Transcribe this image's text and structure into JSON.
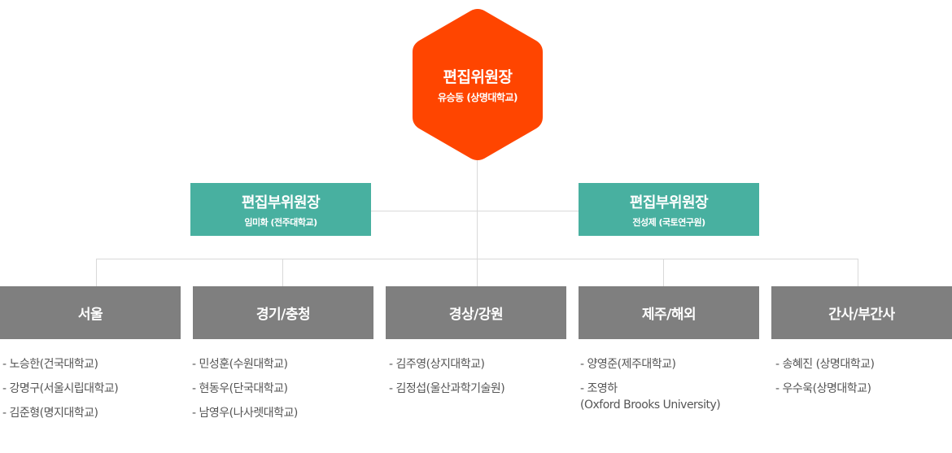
{
  "chief": {
    "title": "편집위원장",
    "name": "유승동 (상명대학교)",
    "color": "#ff4500"
  },
  "vice": [
    {
      "title": "편집부위원장",
      "name": "임미화 (전주대학교)"
    },
    {
      "title": "편집부위원장",
      "name": "전성제 (국토연구원)"
    }
  ],
  "vice_color": "#48b0a0",
  "region_color": "#7f7f7f",
  "groups": [
    {
      "title": "서울",
      "members": [
        "- 노승한(건국대학교)",
        "- 강명구(서울시립대학교)",
        "- 김준형(명지대학교)"
      ]
    },
    {
      "title": "경기/충청",
      "members": [
        "- 민성훈(수원대학교)",
        "- 현동우(단국대학교)",
        "- 남영우(나사렛대학교)"
      ]
    },
    {
      "title": "경상/강원",
      "members": [
        "- 김주영(상지대학교)",
        "- 김정섭(울산과학기술원)"
      ]
    },
    {
      "title": "제주/해외",
      "members": [
        "- 양영준(제주대학교)",
        "- 조영하\n(Oxford Brooks University)"
      ]
    },
    {
      "title": "간사/부간사",
      "members": [
        "- 송혜진 (상명대학교)",
        "- 우수욱(상명대학교)"
      ]
    }
  ]
}
